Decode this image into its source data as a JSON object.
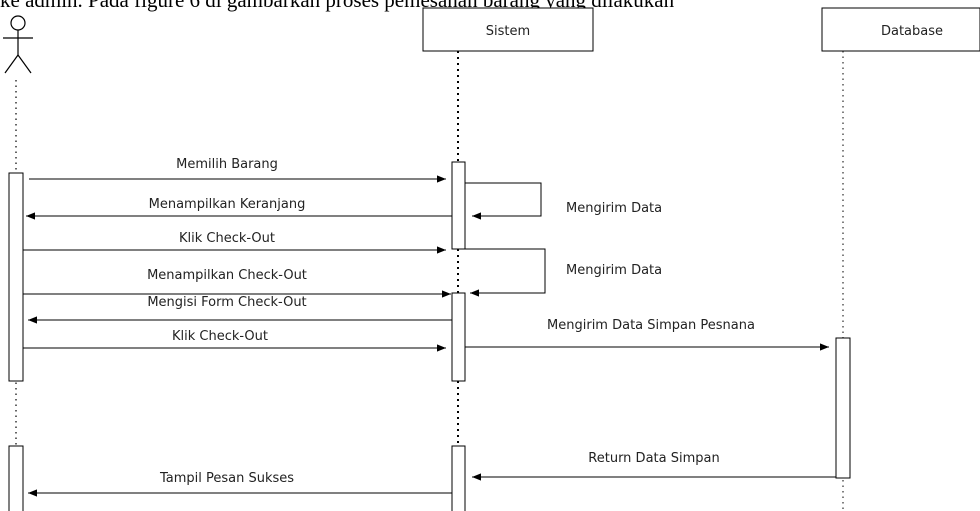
{
  "header_text": "ke admin. Pada figure 6 di gambarkan proses pemesanan barang yang dilakukan",
  "participants": {
    "sistem": "Sistem",
    "database": "Database"
  },
  "messages": {
    "m1": "Memilih Barang",
    "m2": "Menampilkan Keranjang",
    "m3": "Klik Check-Out",
    "m4": "Menampilkan Check-Out",
    "m5": "Mengisi Form Check-Out",
    "m6": "Klik Check-Out",
    "m7": "Mengirim Data Simpan Pesnana",
    "m8": "Return Data Simpan",
    "m9": "Tampil Pesan Sukses",
    "self1": "Mengirim Data",
    "self2": "Mengirim Data"
  }
}
